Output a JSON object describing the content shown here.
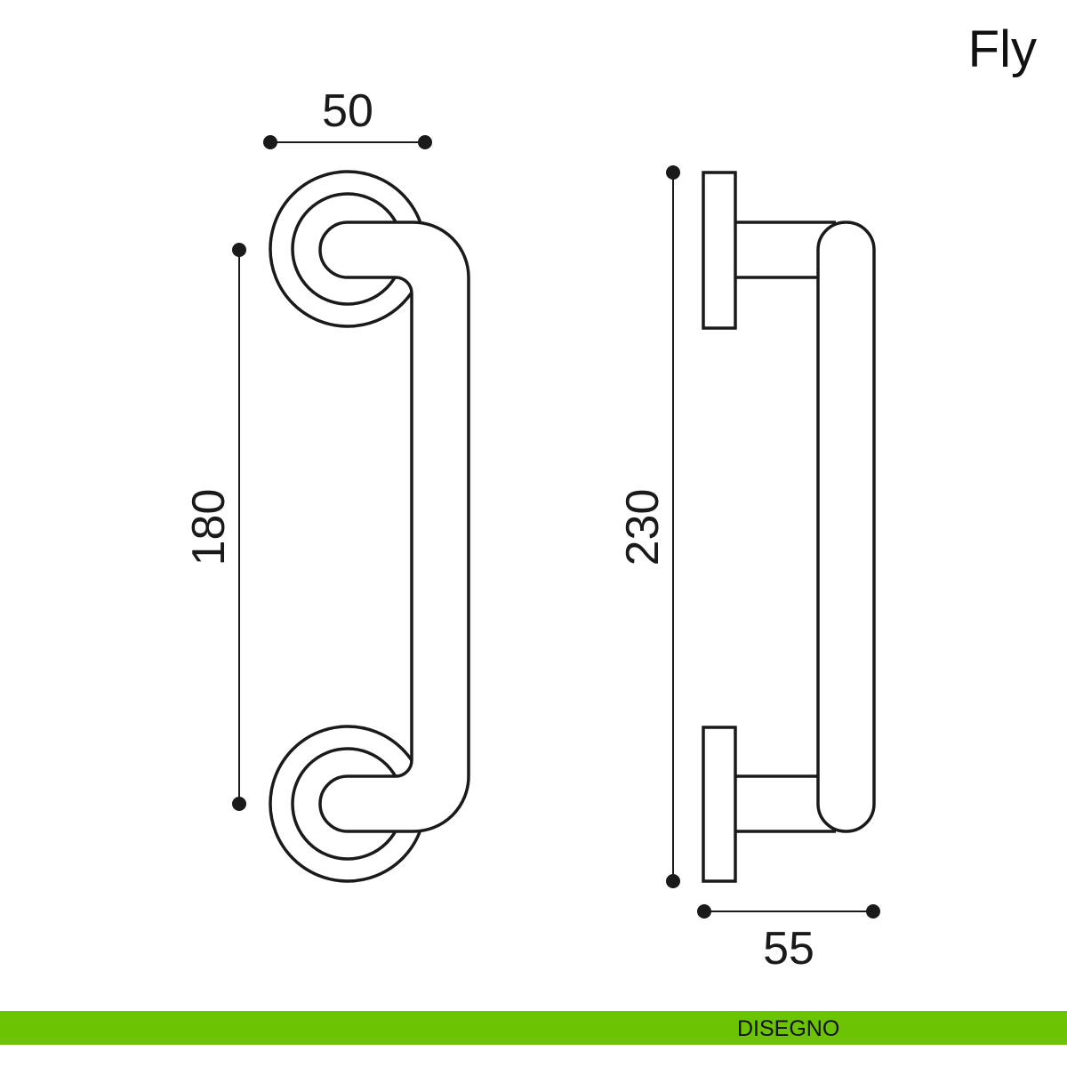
{
  "title": "Fly",
  "footer": {
    "label": "DISEGNO",
    "color": "#6cc304"
  },
  "dimensions": {
    "width_front": "50",
    "height_front": "180",
    "height_side": "230",
    "depth_side": "55"
  }
}
